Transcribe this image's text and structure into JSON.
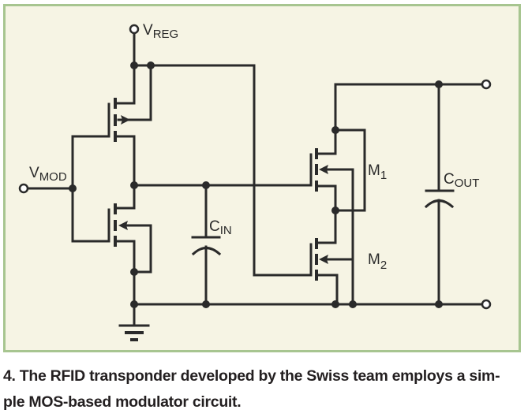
{
  "figure": {
    "labels": {
      "vreg_main": "V",
      "vreg_sub": "REG",
      "vmod_main": "V",
      "vmod_sub": "MOD",
      "cin_main": "C",
      "cin_sub": "IN",
      "cout_main": "C",
      "cout_sub": "OUT",
      "m1_main": "M",
      "m1_sub": "1",
      "m2_main": "M",
      "m2_sub": "2"
    },
    "colors": {
      "frame_border": "#a7c590",
      "frame_fill": "#f6f4e4",
      "wire": "#2a2a2a"
    }
  },
  "caption": {
    "line1": "4. The RFID transponder developed by the Swiss team employs a sim-",
    "line2": "ple MOS-based modulator circuit."
  }
}
